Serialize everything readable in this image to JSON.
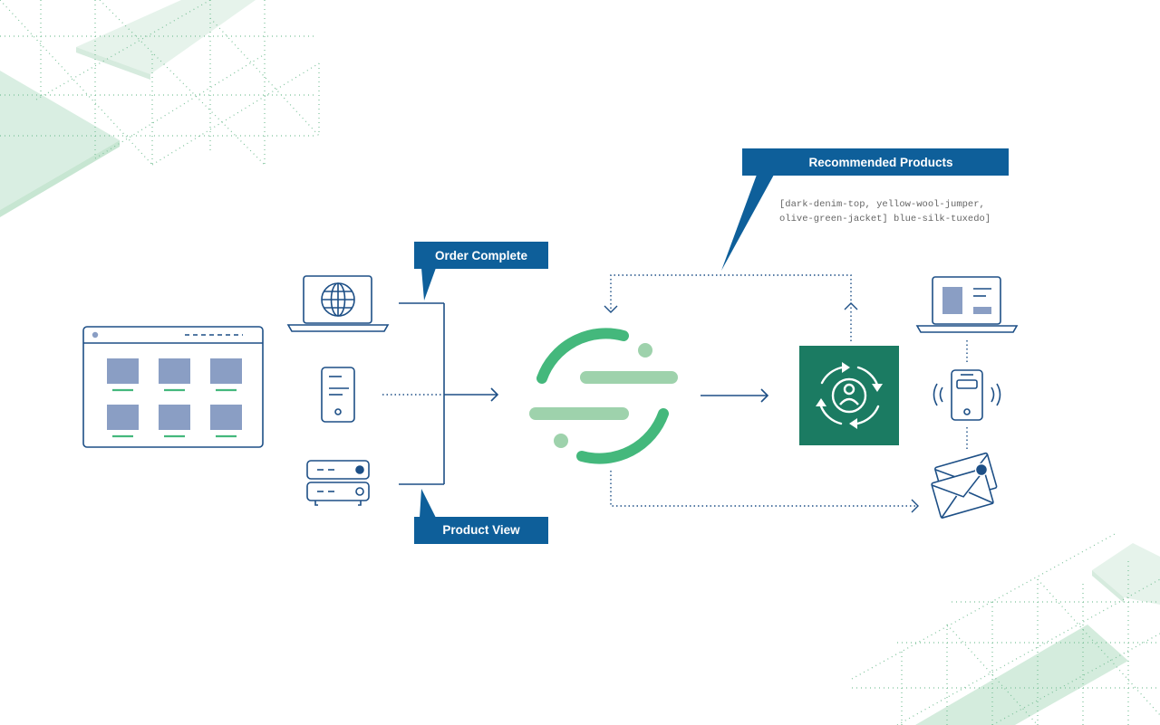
{
  "callouts": {
    "order_complete": "Order Complete",
    "product_view": "Product View",
    "recommended_products": "Recommended Products"
  },
  "recommendation_output": {
    "line1": "[dark-denim-top, yellow-wool-jumper,",
    "line2": "olive-green-jacket] blue-silk-tuxedo]"
  },
  "colors": {
    "navy": "#0e5f9a",
    "line_blue": "#1d4f86",
    "tile_blue": "#8a9ec4",
    "accent_green": "#44b87c",
    "light_green": "#9ed2ac",
    "engine_green": "#1b7b62",
    "decor_green": "#d4ecdd",
    "dot_green": "#7cc29a"
  },
  "icons": {
    "website": "browser-window-icon",
    "web": "laptop-globe-icon",
    "mobile": "smartphone-icon",
    "server": "server-icon",
    "hub": "segment-logo-icon",
    "engine": "personalization-engine-icon",
    "dest_web": "laptop-dashboard-icon",
    "dest_mobile": "vibrating-phone-icon",
    "dest_email": "envelope-icon"
  }
}
